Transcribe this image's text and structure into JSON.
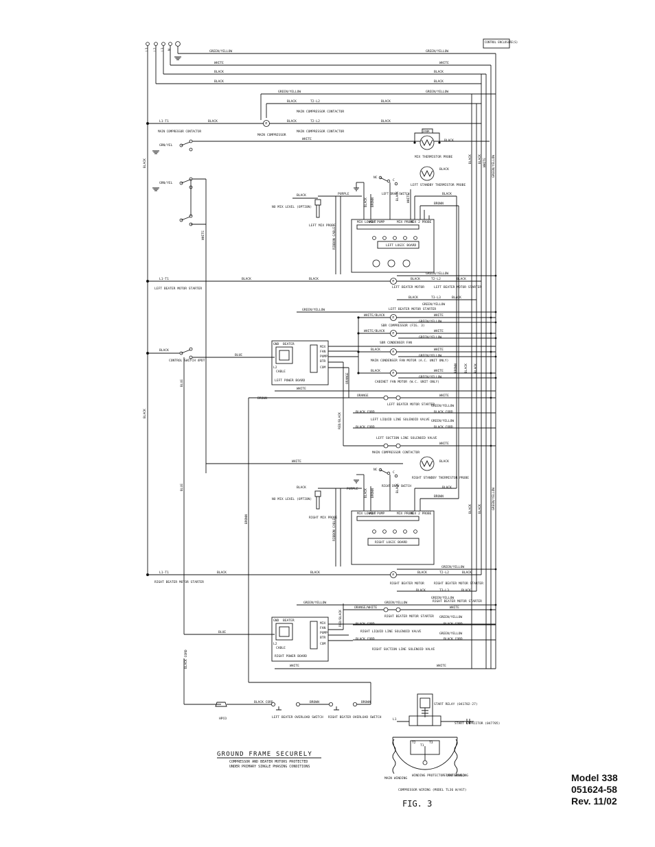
{
  "header": {
    "terminals": [
      "L1",
      "L2",
      "L3",
      "N"
    ],
    "control_enclosure": "CONTROL ENCLOSURE(S)"
  },
  "wire_labels": {
    "green_yellow": "GREEN/YELLOW",
    "white": "WHITE",
    "black": "BLACK",
    "purple": "PURPLE",
    "brown": "BROWN",
    "blue": "BLUE",
    "orange": "ORANGE",
    "orange_white": "ORANGE/WHITE",
    "red_black": "RED/BLACK",
    "black_cord": "BLACK CORD",
    "white_black": "WHITE/BLACK",
    "grn_yel": "GRN/YEL",
    "ribbon_cable": "RIBBON CABLE",
    "l1_t1": "L1-T1",
    "t2_l2": "T2-L2",
    "t3_l3": "T3-L3"
  },
  "components": {
    "main_compressor_contactor": "MAIN COMPRESSOR CONTACTOR",
    "main_compressor": "MAIN COMPRESSOR",
    "control_switch": "CONTROL SWITCH 4PDT",
    "mix_thermistor_probe": "MIX THERMISTOR PROBE",
    "left_standby_probe": "LEFT STANDBY THERMISTOR PROBE",
    "right_standby_probe": "RIGHT STANDBY THERMISTOR PROBE",
    "left_draw_switch": "LEFT DRAW SWITCH",
    "right_draw_switch": "RIGHT DRAW SWITCH",
    "no_mix_level": "NO MIX LEVEL (OPTION)",
    "left_mix_probe": "LEFT MIX PROBE",
    "right_mix_probe": "RIGHT MIX PROBE",
    "logic_board_terminals": [
      "MIX LOWOUT",
      "MIX PUMP",
      "MIX PROBE",
      "MIX 2 PROBE"
    ],
    "left_logic_board": "LEFT LOGIC BOARD",
    "right_logic_board": "RIGHT LOGIC BOARD",
    "left_beater_motor_starter": "LEFT BEATER MOTOR STARTER",
    "right_beater_motor_starter": "RIGHT BEATER MOTOR STARTER",
    "left_beater_motor": "LEFT BEATER MOTOR",
    "right_beater_motor": "RIGHT BEATER MOTOR",
    "sbr_compressor": "SBR COMPRESSOR (FIG. 3)",
    "sbr_condenser_fan": "SBR CONDENSER FAN",
    "main_condenser_fan": "MAIN CONDENSER FAN MOTOR (A.C. UNIT ONLY)",
    "cabinet_fan": "CABINET FAN MOTOR (W.C. UNIT ONLY)",
    "power_board_terminals": [
      "GND",
      "BEATER",
      "MIX",
      "FAN",
      "PUMP",
      "BTR",
      "COM",
      "CABLE",
      "L2"
    ],
    "left_power_board": "LEFT POWER BOARD",
    "right_power_board": "RIGHT POWER BOARD",
    "left_liquid_valve": "LEFT LIQUID LINE SOLENOID VALVE",
    "left_suction_valve": "LEFT SUCTION LINE SOLENOID VALVE",
    "right_liquid_valve": "RIGHT LIQUID LINE SOLENOID VALVE",
    "right_suction_valve": "RIGHT SUCTION LINE SOLENOID VALVE",
    "hpco": "HPCO",
    "left_overload": "LEFT BEATER OVERLOAD SWITCH",
    "right_overload": "RIGHT BEATER OVERLOAD SWITCH"
  },
  "fig3": {
    "start_relay": "START RELAY (041702-27)",
    "start_capacitor": "START CAPACITOR (047705)",
    "main_winding": "MAIN WINDING",
    "winding_protector": "WINDING PROTECTOR (INTERNAL)",
    "start_winding": "START WINDING",
    "compressor_wiring": "COMPRESSOR WIRING (MODEL TL36 W/AST)",
    "title": "FIG. 3"
  },
  "ground_note": {
    "title": "GROUND FRAME SECURELY",
    "line1": "COMPRESSOR AND BEATER MOTORS PROTECTED",
    "line2": "UNDER PRIMARY SINGLE PHASING CONDITIONS"
  },
  "model_block": {
    "model": "Model 338",
    "part_number": "051624-58",
    "revision": "Rev. 11/02"
  }
}
